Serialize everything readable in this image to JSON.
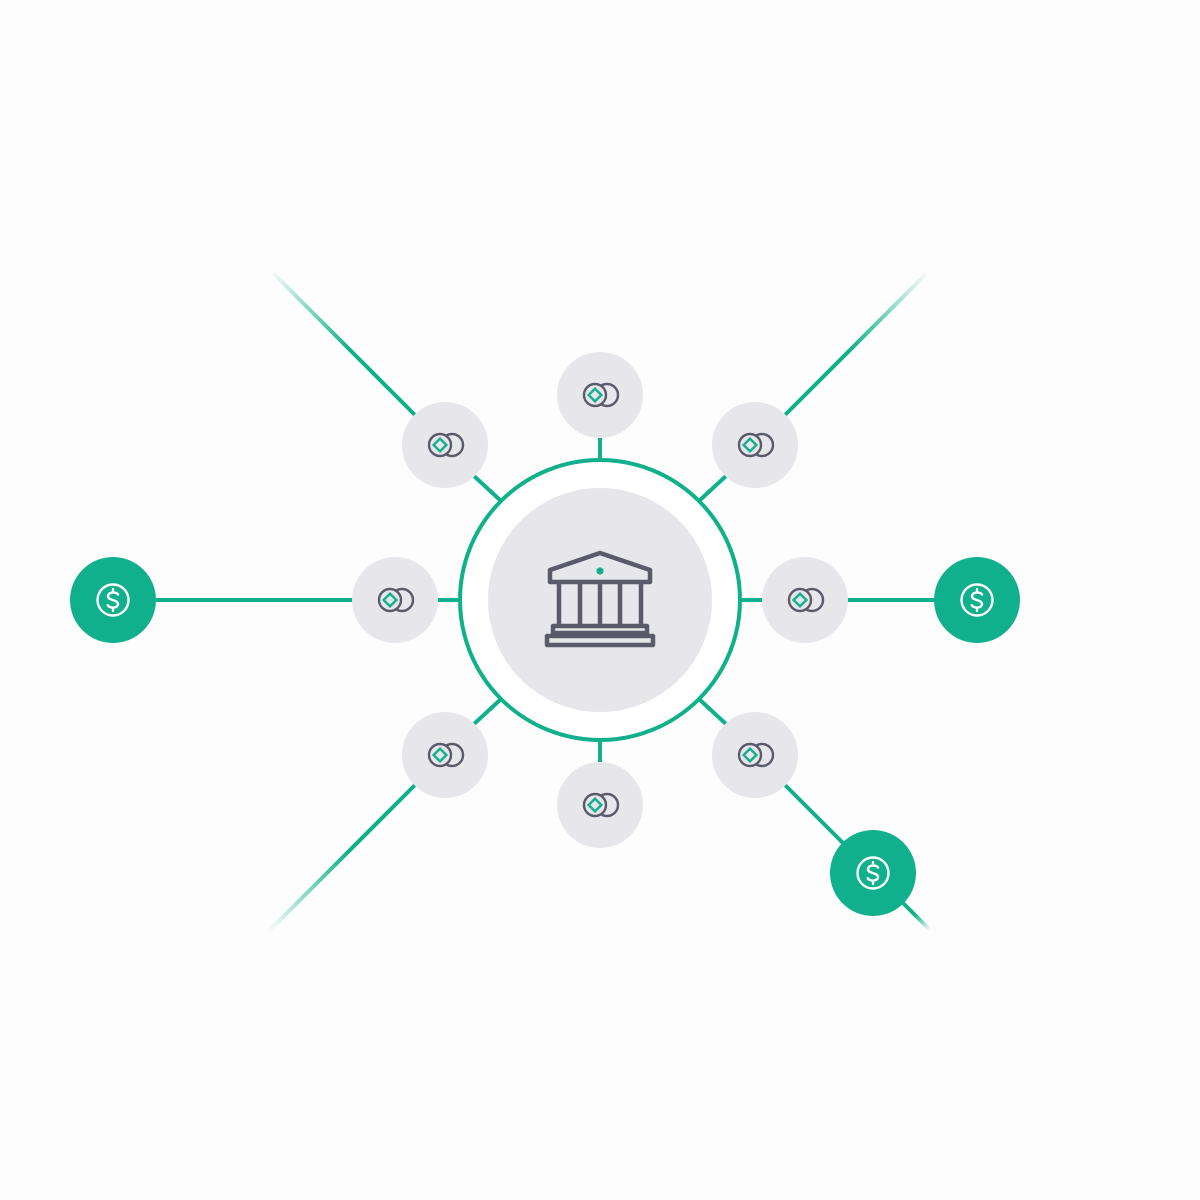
{
  "diagram": {
    "colors": {
      "accent": "#10b08c",
      "node_fill": "#e6e6eb",
      "icon_stroke": "#5a5a6a",
      "background": "#fdfdfd",
      "dollar_icon": "#ffffff"
    },
    "hub": {
      "icon": "bank-icon"
    },
    "spokes": [
      {
        "id": "north",
        "node_icon": "coins-icon",
        "terminal": null
      },
      {
        "id": "north-east",
        "node_icon": "coins-icon",
        "terminal": null
      },
      {
        "id": "east",
        "node_icon": "coins-icon",
        "terminal": "dollar-coin-icon"
      },
      {
        "id": "south-east",
        "node_icon": "coins-icon",
        "terminal": "dollar-coin-icon"
      },
      {
        "id": "south",
        "node_icon": "coins-icon",
        "terminal": null
      },
      {
        "id": "south-west",
        "node_icon": "coins-icon",
        "terminal": null
      },
      {
        "id": "west",
        "node_icon": "coins-icon",
        "terminal": "dollar-coin-icon"
      },
      {
        "id": "north-west",
        "node_icon": "coins-icon",
        "terminal": null
      }
    ]
  }
}
